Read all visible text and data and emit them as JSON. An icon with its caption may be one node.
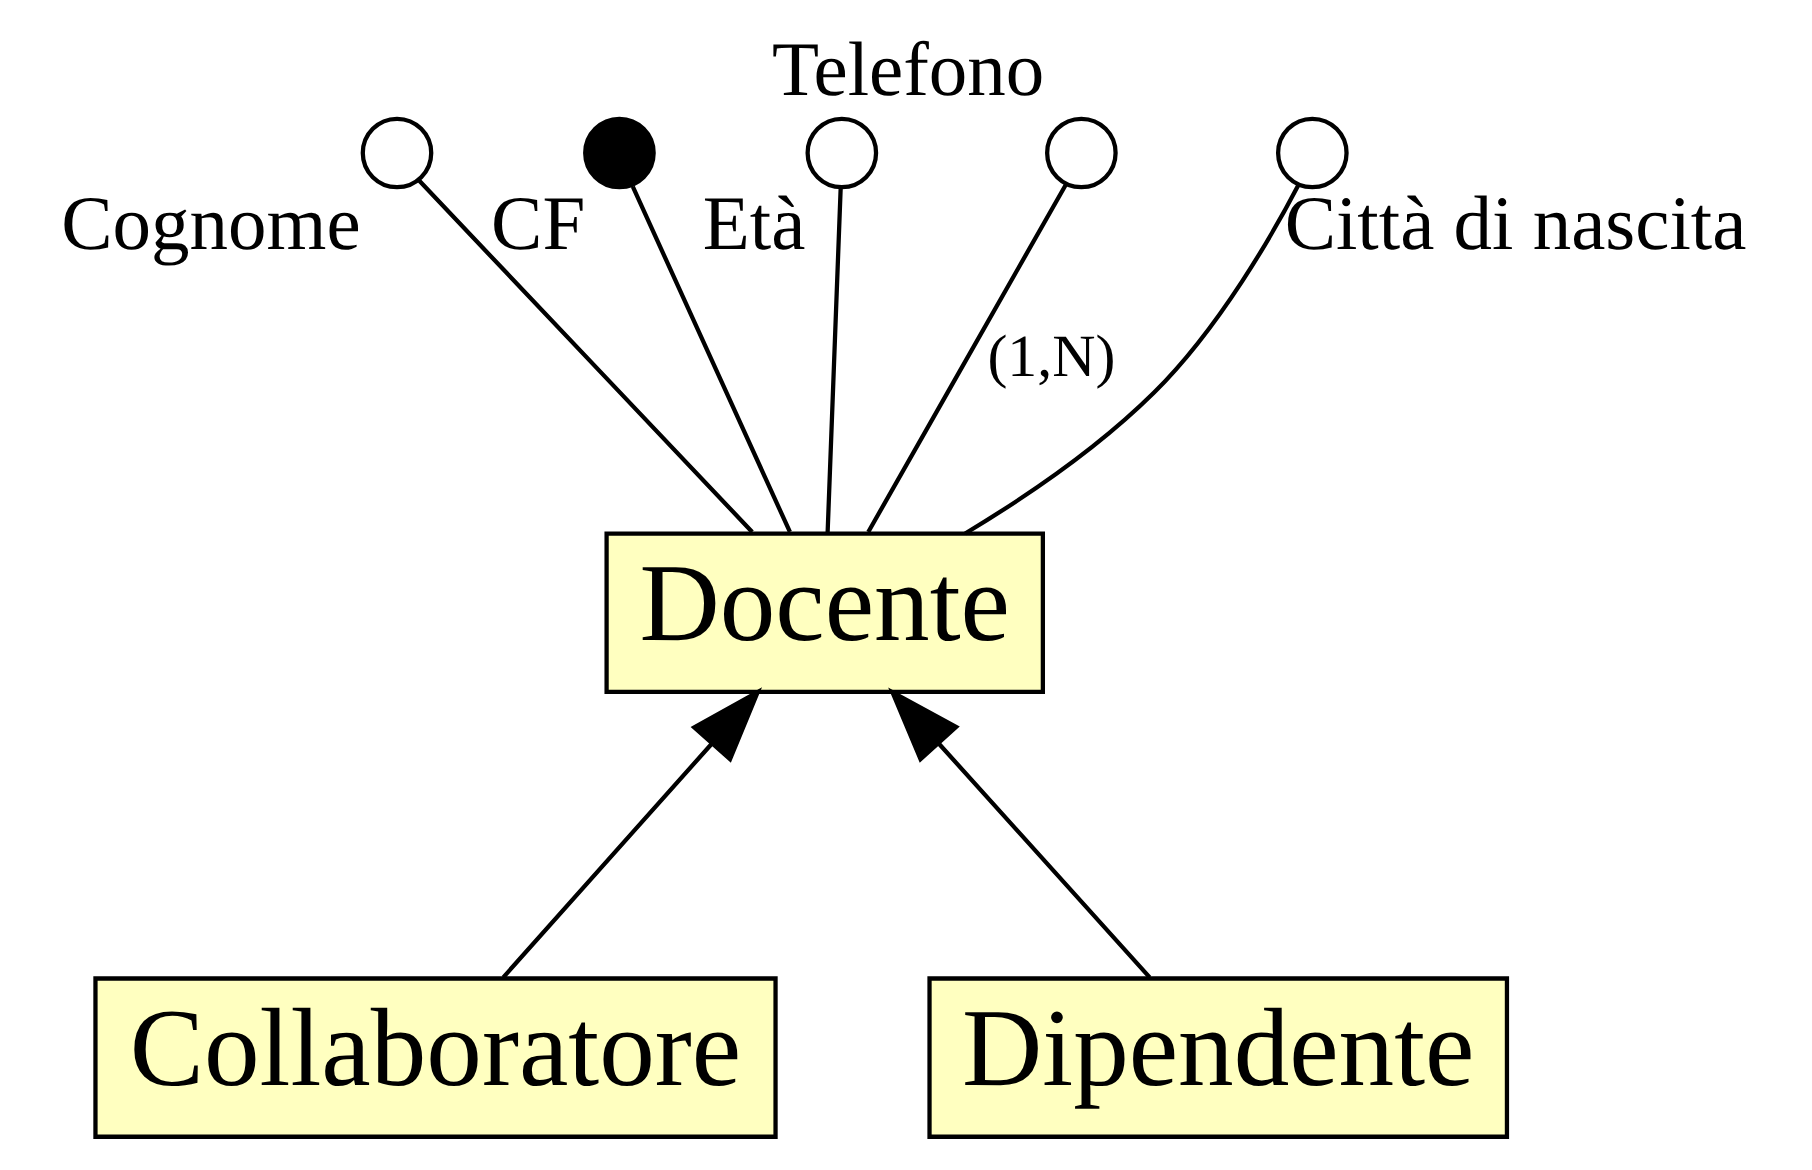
{
  "diagram": {
    "nodes": [
      {
        "text": [
          "Docente"
        ]
      },
      {
        "text": [
          "Collaboratore"
        ]
      },
      {
        "text": [
          "Dipendente"
        ]
      },
      {
        "text": [
          "Cognome"
        ]
      },
      {
        "text": [
          "CF"
        ]
      },
      {
        "text": [
          "Età"
        ]
      },
      {
        "text": [
          "Telefono"
        ]
      },
      {
        "text": [
          "Città di nascita"
        ]
      }
    ],
    "edges": [
      {
        "from": 0,
        "to": 3,
        "arrow": "none"
      },
      {
        "from": 0,
        "to": 4,
        "arrow": "none"
      },
      {
        "from": 0,
        "to": 5,
        "arrow": "none"
      },
      {
        "from": 0,
        "to": 6,
        "arrow": "none",
        "label": "(1,N)"
      },
      {
        "from": 0,
        "to": 7,
        "arrow": "none"
      },
      {
        "from": 1,
        "to": 0,
        "arrow": "to"
      },
      {
        "from": 2,
        "to": 0,
        "arrow": "to"
      }
    ]
  }
}
